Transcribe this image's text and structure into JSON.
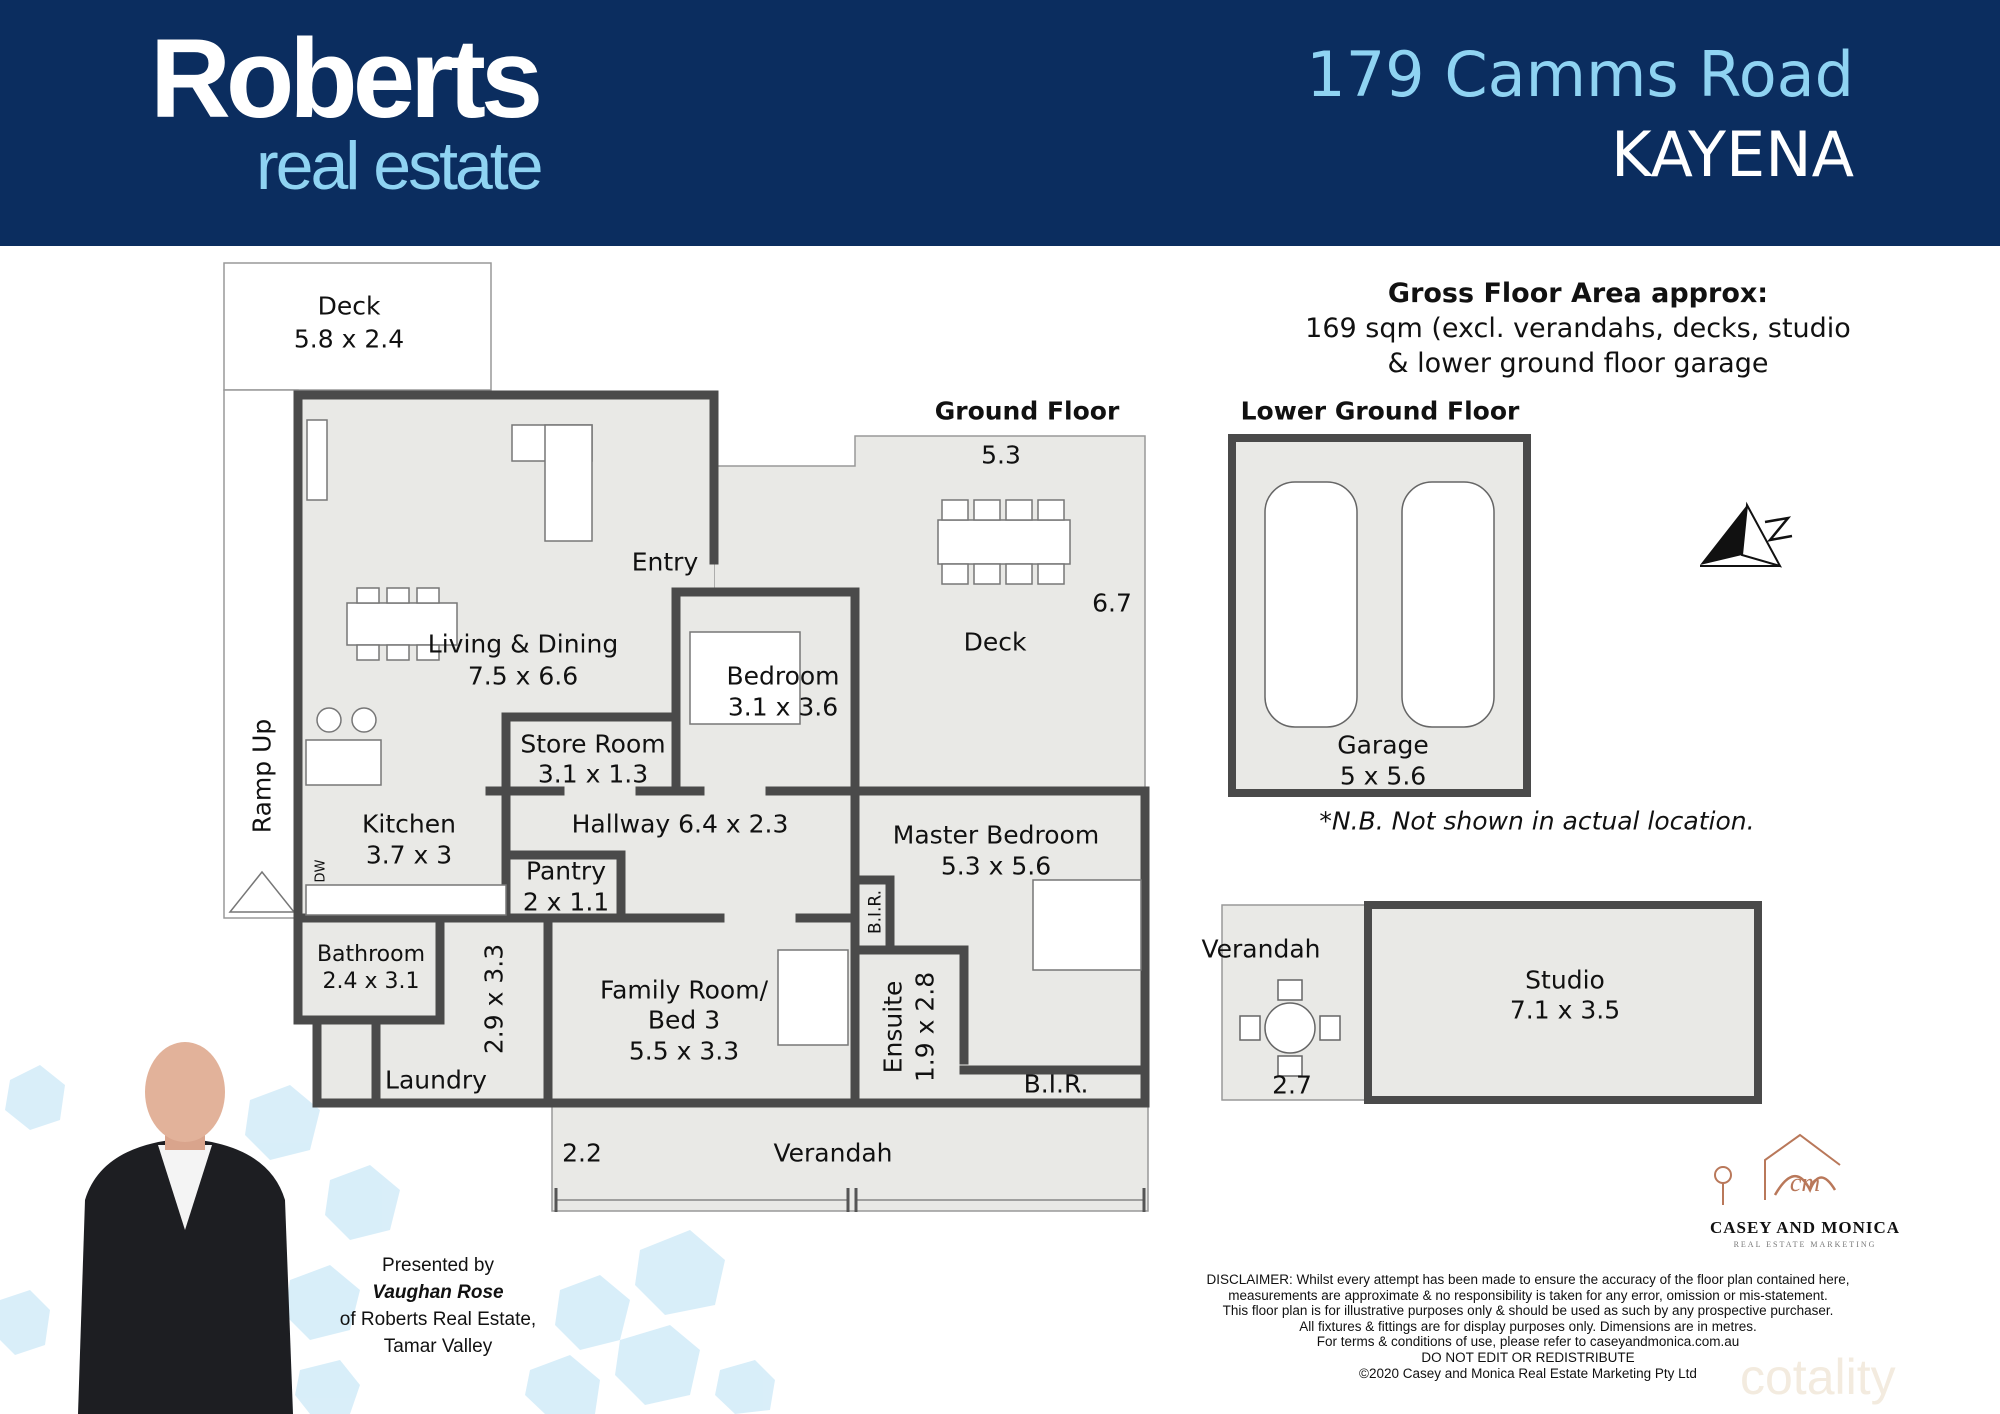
{
  "header": {
    "logo_main": "Roberts",
    "logo_sub": "real estate",
    "address_line1": "179 Camms Road",
    "address_line2": "KAYENA",
    "background_color": "#0b2d5f",
    "accent_color": "#8fd3f2"
  },
  "gross_floor_area": {
    "title": "Gross Floor Area approx:",
    "line1": "169 sqm (excl. verandahs, decks, studio",
    "line2": "& lower ground floor garage"
  },
  "floors": {
    "ground": "Ground Floor",
    "lower_ground": "Lower Ground Floor"
  },
  "rooms": {
    "deck_top": {
      "name": "Deck",
      "dims": "5.8 x 2.4"
    },
    "ramp": "Ramp Up",
    "deck_main": {
      "name": "Deck",
      "width": "5.3",
      "depth": "6.7"
    },
    "entry": "Entry",
    "living": {
      "name": "Living & Dining",
      "dims": "7.5 x 6.6"
    },
    "bedroom": {
      "name": "Bedroom",
      "dims": "3.1 x 3.6"
    },
    "store": {
      "name": "Store Room",
      "dims": "3.1 x 1.3"
    },
    "hallway": "Hallway 6.4 x 2.3",
    "kitchen": {
      "name": "Kitchen",
      "dims": "3.7 x 3",
      "dw": "DW"
    },
    "pantry": {
      "name": "Pantry",
      "dims": "2 x 1.1"
    },
    "master": {
      "name": "Master Bedroom",
      "dims": "5.3 x 5.6"
    },
    "bir1": "B.I.R.",
    "bir2": "B.I.R.",
    "bathroom": {
      "name": "Bathroom",
      "dims": "2.4 x 3.1"
    },
    "laundry": {
      "name": "Laundry",
      "dims": "2.9 x 3.3"
    },
    "family": {
      "line1": "Family Room/",
      "line2": "Bed 3",
      "dims": "5.5 x 3.3"
    },
    "ensuite": {
      "name": "Ensuite",
      "dims": "1.9 x 2.8"
    },
    "verandah_front": {
      "name": "Verandah",
      "depth": "2.2"
    },
    "garage": {
      "name": "Garage",
      "dims": "5 x 5.6"
    },
    "garage_note": "*N.B. Not shown in actual location.",
    "verandah_studio": {
      "name": "Verandah",
      "depth": "2.7"
    },
    "studio": {
      "name": "Studio",
      "dims": "7.1 x 3.5"
    }
  },
  "north_arrow": {
    "label": "N",
    "icon": "north-arrow-icon"
  },
  "agent": {
    "presented_by": "Presented by",
    "name": "Vaughan Rose",
    "agency": "of Roberts Real Estate,",
    "office": "Tamar Valley"
  },
  "marketing_logo": {
    "monogram": "cm",
    "name": "CASEY AND MONICA",
    "tagline": "REAL ESTATE MARKETING"
  },
  "disclaimer": [
    "DISCLAIMER: Whilst every attempt has been made to ensure the accuracy of the floor plan contained here,",
    "measurements are approximate & no responsibility is taken for any error, omission or mis-statement.",
    "This floor plan is for illustrative purposes only & should be used as such by any prospective purchaser.",
    "All fixtures & fittings are for display purposes only. Dimensions are in metres.",
    "For terms & conditions of use, please refer to caseyandmonica.com.au",
    "DO NOT EDIT OR REDISTRIBUTE",
    "©2020 Casey and Monica Real Estate Marketing Pty Ltd"
  ],
  "watermark": "cotality"
}
